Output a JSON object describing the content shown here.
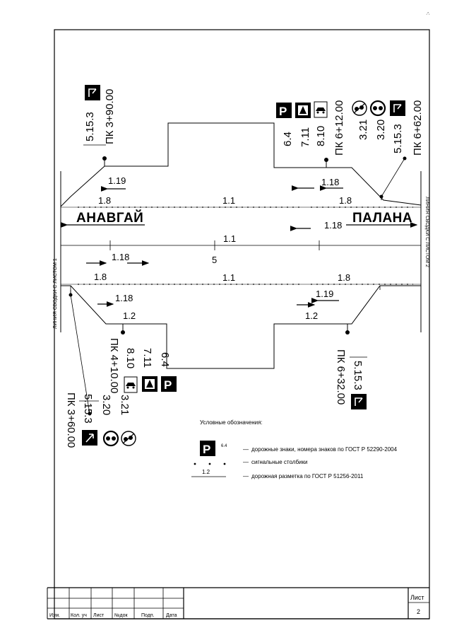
{
  "corner_mark": "·′·",
  "towns": {
    "left": "АНАВГАЙ",
    "right": "ПАЛАНА"
  },
  "edges": {
    "left": "ЛИНИЯ СВОДКИ С ЛИСТОМ 1",
    "right": "ЛИНИЯ СВОДКИ С ЛИСТОМ 2"
  },
  "markings": {
    "m1_19": "1.19",
    "m1_18_top_right": "1.18",
    "m1_8_left": "1.8",
    "m1_1_top": "1.1",
    "m1_8_right": "1.8",
    "m1_18_mid_right": "1.18",
    "m1_1_center": "1.1",
    "m1_18_center_left": "1.18",
    "m5": "5",
    "m1_8_bottom_left": "1.8",
    "m1_1_bottom": "1.1",
    "m1_8_bottom_right": "1.8",
    "m1_18_bottom_left": "1.18",
    "m1_19_bottom_right": "1.19",
    "m1_2_left": "1.2",
    "m1_2_right": "1.2"
  },
  "sign_groups": {
    "top_left": {
      "code": "5.15.3",
      "pk": "ПК 3+90.00"
    },
    "top_right_a": {
      "c1": "6.4",
      "c2": "7.11",
      "c3": "8.10",
      "pk": "ПК 6+12.00"
    },
    "top_right_b": {
      "c1": "3.21",
      "c2": "3.20",
      "c3": "5.15.3",
      "pk": "ПК 6+62.00"
    },
    "bottom_left_a": {
      "c1": "6.4",
      "c2": "7.11",
      "c3": "8.10",
      "pk": "ПК 4+10.00"
    },
    "bottom_left_b": {
      "c1": "3.21",
      "c2": "3.20"
    },
    "bottom_left_c": {
      "code": "5.15.3",
      "pk": "ПК 3+60.00"
    },
    "bottom_right": {
      "code": "5.15.3",
      "pk": "ПК 6+32.00"
    }
  },
  "legend": {
    "title": "Условные обозначения:",
    "sign_number": "6.4",
    "sign_text": "дорожные знаки, номера знаков по ГОСТ Р 52290-2004",
    "posts_text": "сигнальные столбики",
    "marking_number": "1.2",
    "marking_text": "дорожная разметка по ГОСТ Р 51256-2011",
    "dash": "—"
  },
  "title_block": {
    "headers": [
      "Изм.",
      "Кол. уч",
      "Лист",
      "№док",
      "Подп.",
      "Дата"
    ],
    "sheet_label": "Лист",
    "sheet_number": "2"
  }
}
